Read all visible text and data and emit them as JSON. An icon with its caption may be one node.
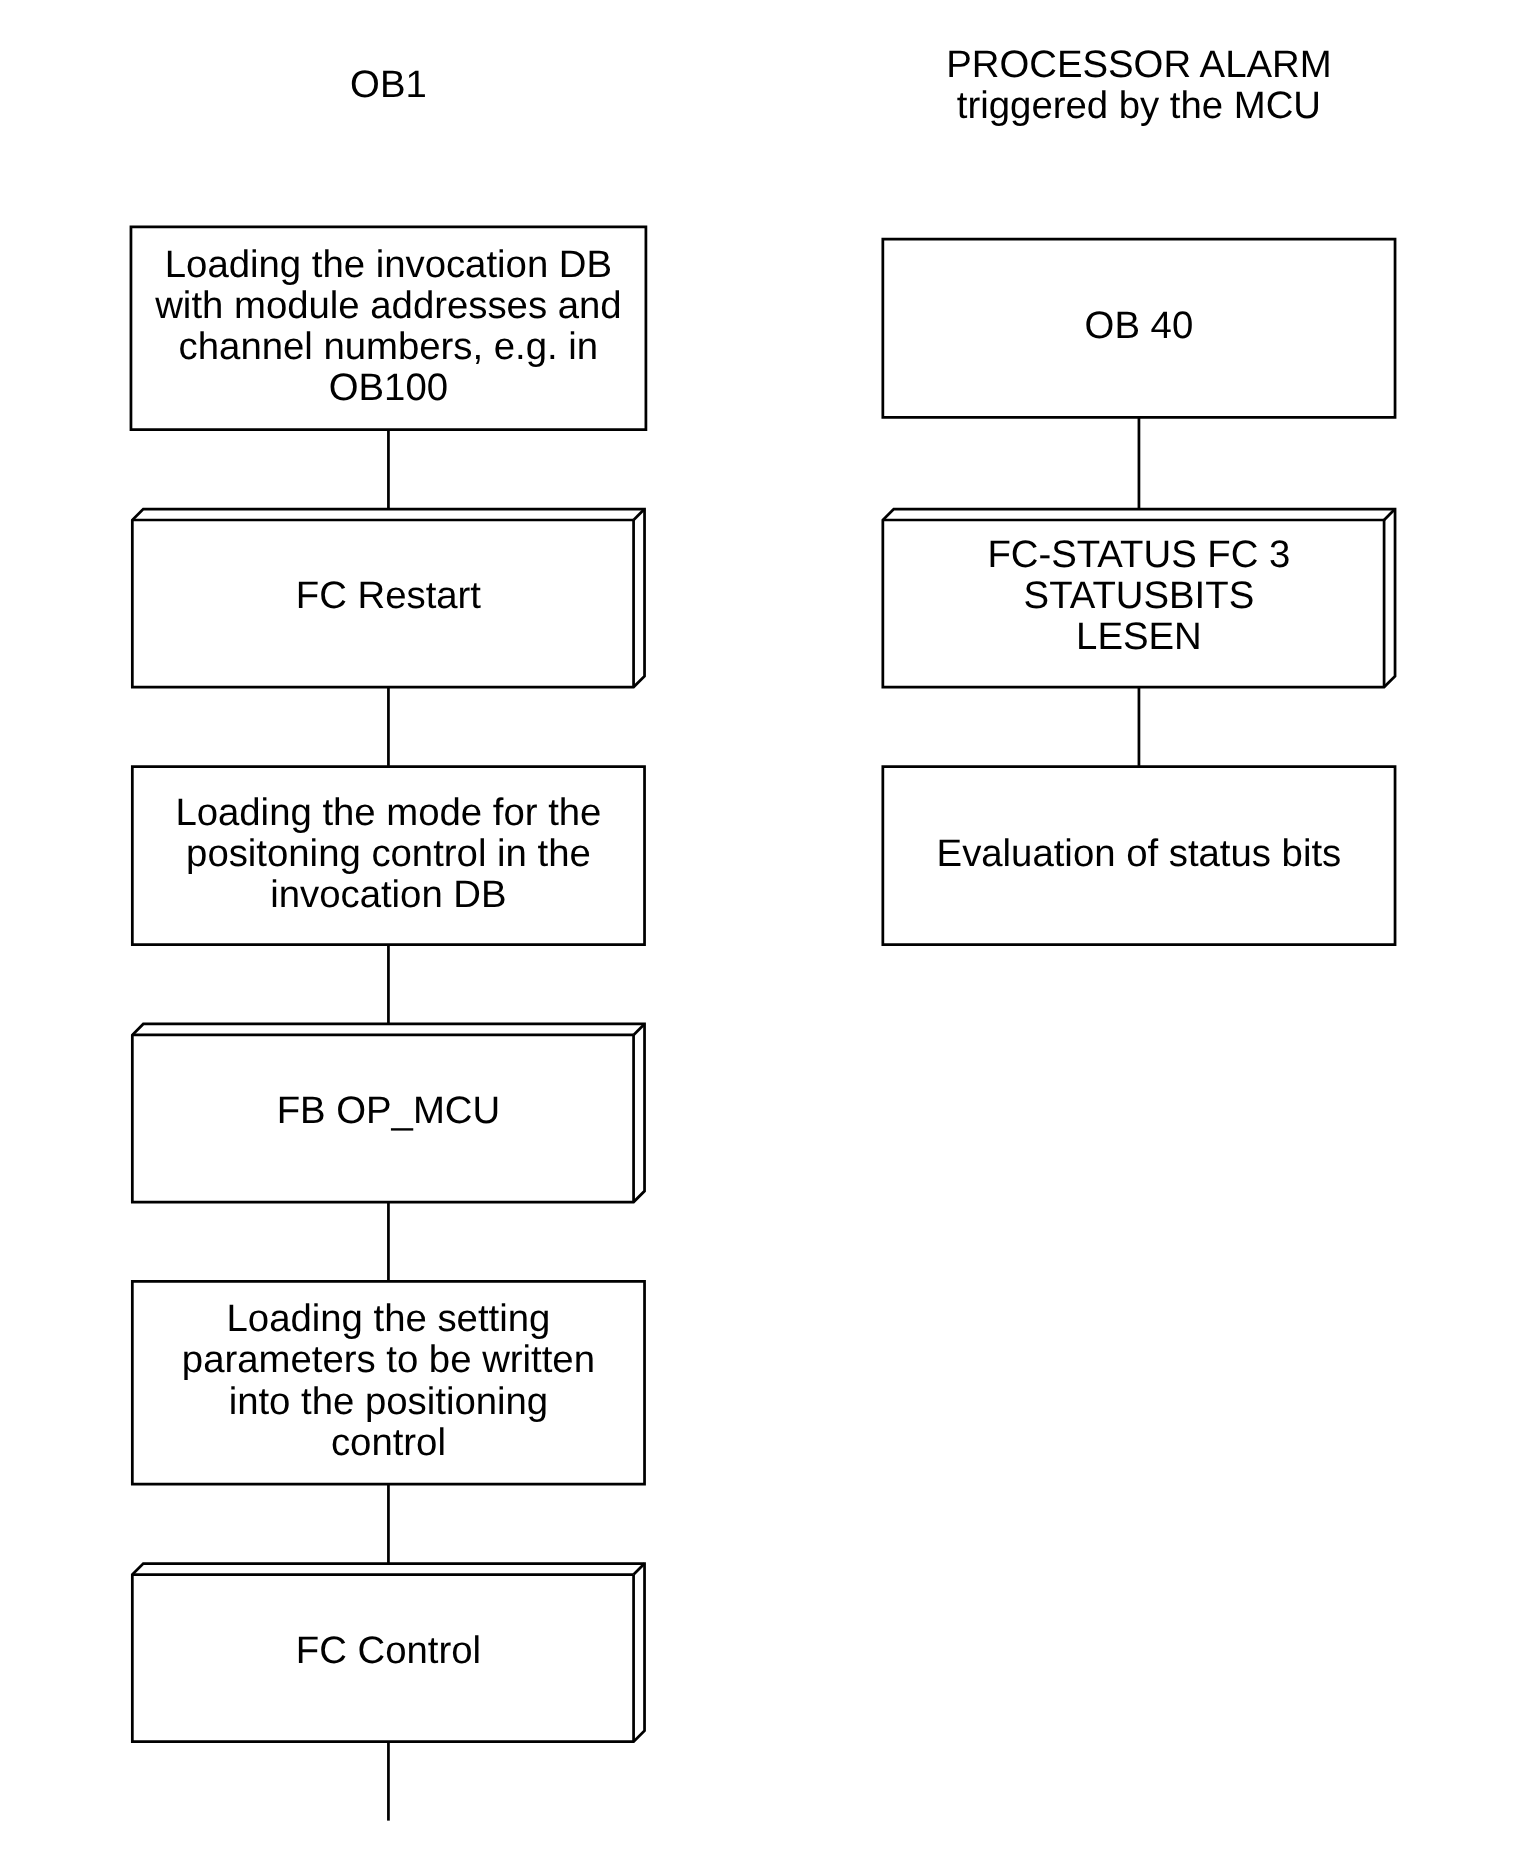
{
  "diagram": {
    "nodes": [
      {
        "text": [
          "Loading the invocation DB with module addresses and channel numbers, e.g. in OB100"
        ]
      },
      {
        "text": [
          "FC Restart"
        ]
      },
      {
        "text": [
          "Loading the mode for the positoning control in the invocation DB"
        ]
      },
      {
        "text": [
          "FB OP_MCU"
        ]
      },
      {
        "text": [
          "Loading the setting parameters to be written into the positioning control"
        ]
      },
      {
        "text": [
          "FC Control"
        ]
      },
      {
        "text": [
          "OB 40"
        ]
      },
      {
        "text": [
          "FC-STATUS FC 3 STATUSBITS LESEN"
        ]
      },
      {
        "text": [
          "Evaluation of status bits"
        ]
      }
    ],
    "edges": [
      {
        "from": 0,
        "to": 1,
        "arrow": "none"
      },
      {
        "from": 1,
        "to": 2,
        "arrow": "none"
      },
      {
        "from": 2,
        "to": 3,
        "arrow": "none"
      },
      {
        "from": 3,
        "to": 4,
        "arrow": "none"
      },
      {
        "from": 4,
        "to": 5,
        "arrow": "none"
      },
      {
        "from": 5,
        "to": null,
        "arrow": "none"
      },
      {
        "from": 6,
        "to": 7,
        "arrow": "none"
      },
      {
        "from": 7,
        "to": 8,
        "arrow": "none"
      }
    ],
    "labels": [
      "OB1",
      "PROCESSOR ALARM triggered by the MCU"
    ]
  }
}
